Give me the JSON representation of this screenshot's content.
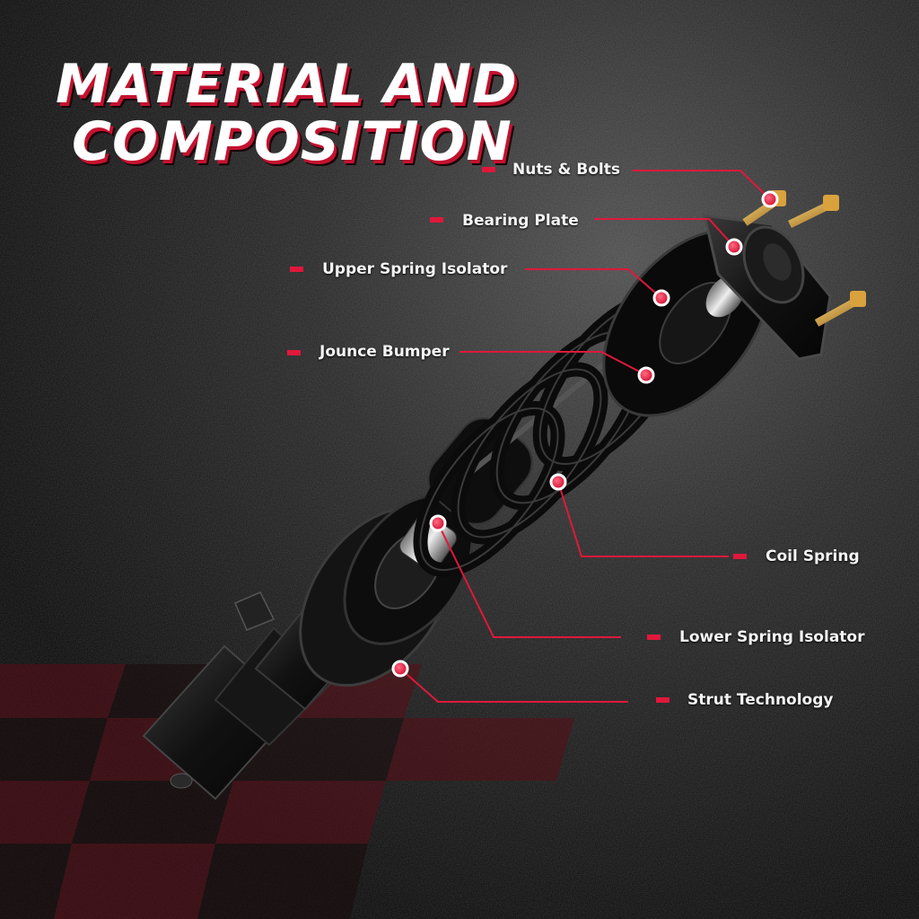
{
  "title": {
    "line1": "MATERIAL AND",
    "line2": "COMPOSITION"
  },
  "colors": {
    "accent": "#e0183a",
    "background": "#141414",
    "checker": "#3a0a10",
    "text": "#ffffff"
  },
  "parts": [
    {
      "id": "nuts-bolts",
      "label": "Nuts & Bolts"
    },
    {
      "id": "bearing-plate",
      "label": "Bearing Plate"
    },
    {
      "id": "upper-spring-isolator",
      "label": "Upper Spring Isolator"
    },
    {
      "id": "jounce-bumper",
      "label": "Jounce Bumper"
    },
    {
      "id": "coil-spring",
      "label": "Coil Spring"
    },
    {
      "id": "lower-spring-isolator",
      "label": "Lower Spring Isolator"
    },
    {
      "id": "strut-technology",
      "label": "Strut Technology"
    }
  ]
}
